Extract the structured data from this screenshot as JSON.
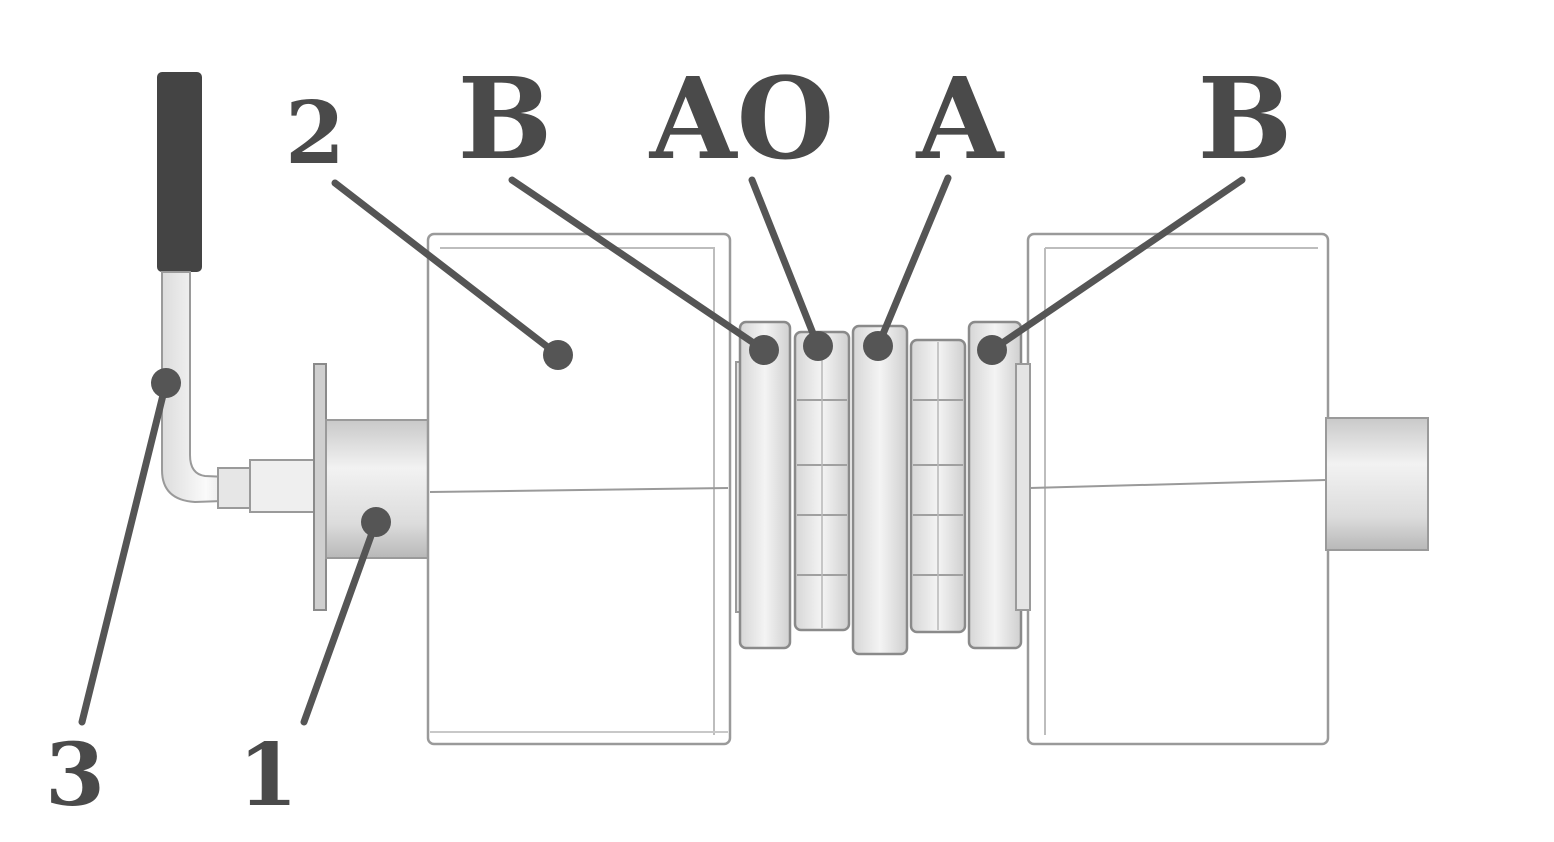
{
  "callouts": {
    "n1": "1",
    "n2": "2",
    "n3": "3",
    "b_left": "B",
    "ao": "AO",
    "a": "A",
    "b_right": "B"
  },
  "colors": {
    "line": "#555555",
    "outline": "#9a9a9a",
    "handle_grip": "#444444",
    "label": "#4a4a4a"
  }
}
